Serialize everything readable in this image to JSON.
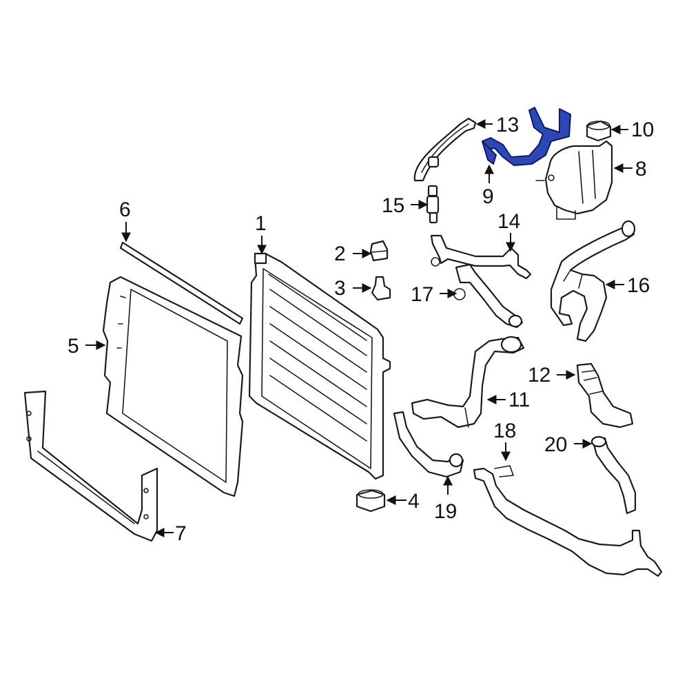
{
  "colors": {
    "highlight": "#2b47b8",
    "line": "#1a1a1a",
    "background": "#ffffff"
  },
  "callouts": {
    "c1": "1",
    "c2": "2",
    "c3": "3",
    "c4": "4",
    "c5": "5",
    "c6": "6",
    "c7": "7",
    "c8": "8",
    "c9": "9",
    "c10": "10",
    "c11": "11",
    "c12": "12",
    "c13": "13",
    "c14": "14",
    "c15": "15",
    "c16": "16",
    "c17": "17",
    "c18": "18",
    "c19": "19",
    "c20": "20"
  },
  "highlighted_part": "9"
}
